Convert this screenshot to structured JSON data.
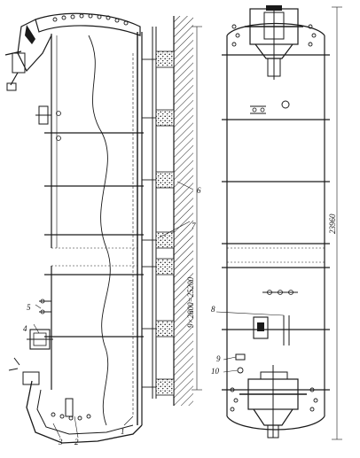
{
  "callouts": [
    {
      "id": "c1",
      "text": "1"
    },
    {
      "id": "c2",
      "text": "2"
    },
    {
      "id": "c3",
      "text": "3"
    },
    {
      "id": "c4",
      "text": "4"
    },
    {
      "id": "c5",
      "text": "5"
    },
    {
      "id": "c6",
      "text": "6"
    },
    {
      "id": "c7",
      "text": "7"
    },
    {
      "id": "c8",
      "text": "8"
    },
    {
      "id": "c9",
      "text": "9"
    },
    {
      "id": "c10",
      "text": "10"
    }
  ],
  "dimensions": {
    "overall_length": "23960",
    "support_spacing": "9×2800=25200"
  }
}
